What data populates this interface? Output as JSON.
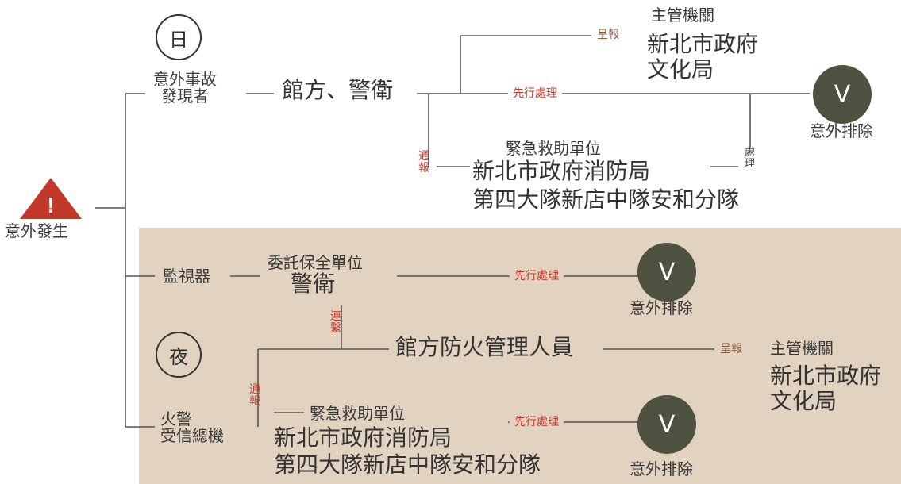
{
  "colors": {
    "night_panel": "#e2d3c0",
    "check_circle": "#4e5241",
    "warning": "#c0392b",
    "note_red": "#c0392b",
    "line": "#555555"
  },
  "icons": {
    "warning": "warning-triangle-icon",
    "check": "check-v-icon"
  },
  "start": {
    "icon_symbol": "!",
    "label": "意外發生"
  },
  "day": {
    "marker": "日",
    "discoverer": [
      "意外事故",
      "發現者"
    ],
    "staff": "館方、警衛",
    "report_note": "呈報",
    "authority": {
      "line1": "新北市政府",
      "line2": "文化局",
      "title": "主管機關"
    },
    "first_handle_note": "先行處理",
    "resolved": {
      "symbol": "V",
      "label": "意外排除"
    },
    "notify_note": [
      "通",
      "報"
    ],
    "rescue": {
      "title": "緊急救助單位",
      "line1": "新北市政府消防局",
      "line2": "第四大隊新店中隊安和分隊"
    },
    "handle_note": [
      "處",
      "理"
    ]
  },
  "night": {
    "marker": "夜",
    "camera": "監視器",
    "security": {
      "title": "委託保全單位",
      "name": "警衛"
    },
    "first_handle_note": "先行處理",
    "resolved": {
      "symbol": "V",
      "label": "意外排除"
    },
    "contact_note": [
      "連",
      "繫"
    ],
    "fire_manager": "館方防火管理人員",
    "report_note": "呈報",
    "authority": {
      "title": "主管機關",
      "line1": "新北市政府",
      "line2": "文化局"
    },
    "notify_note": [
      "通",
      "報"
    ],
    "alarm_panel": [
      "火警",
      "受信總機"
    ],
    "rescue": {
      "title": "緊急救助單位",
      "line1": "新北市政府消防局",
      "line2": "第四大隊新店中隊安和分隊"
    },
    "handle_note": "先行處理",
    "resolved2": {
      "symbol": "V",
      "label": "意外排除"
    }
  }
}
